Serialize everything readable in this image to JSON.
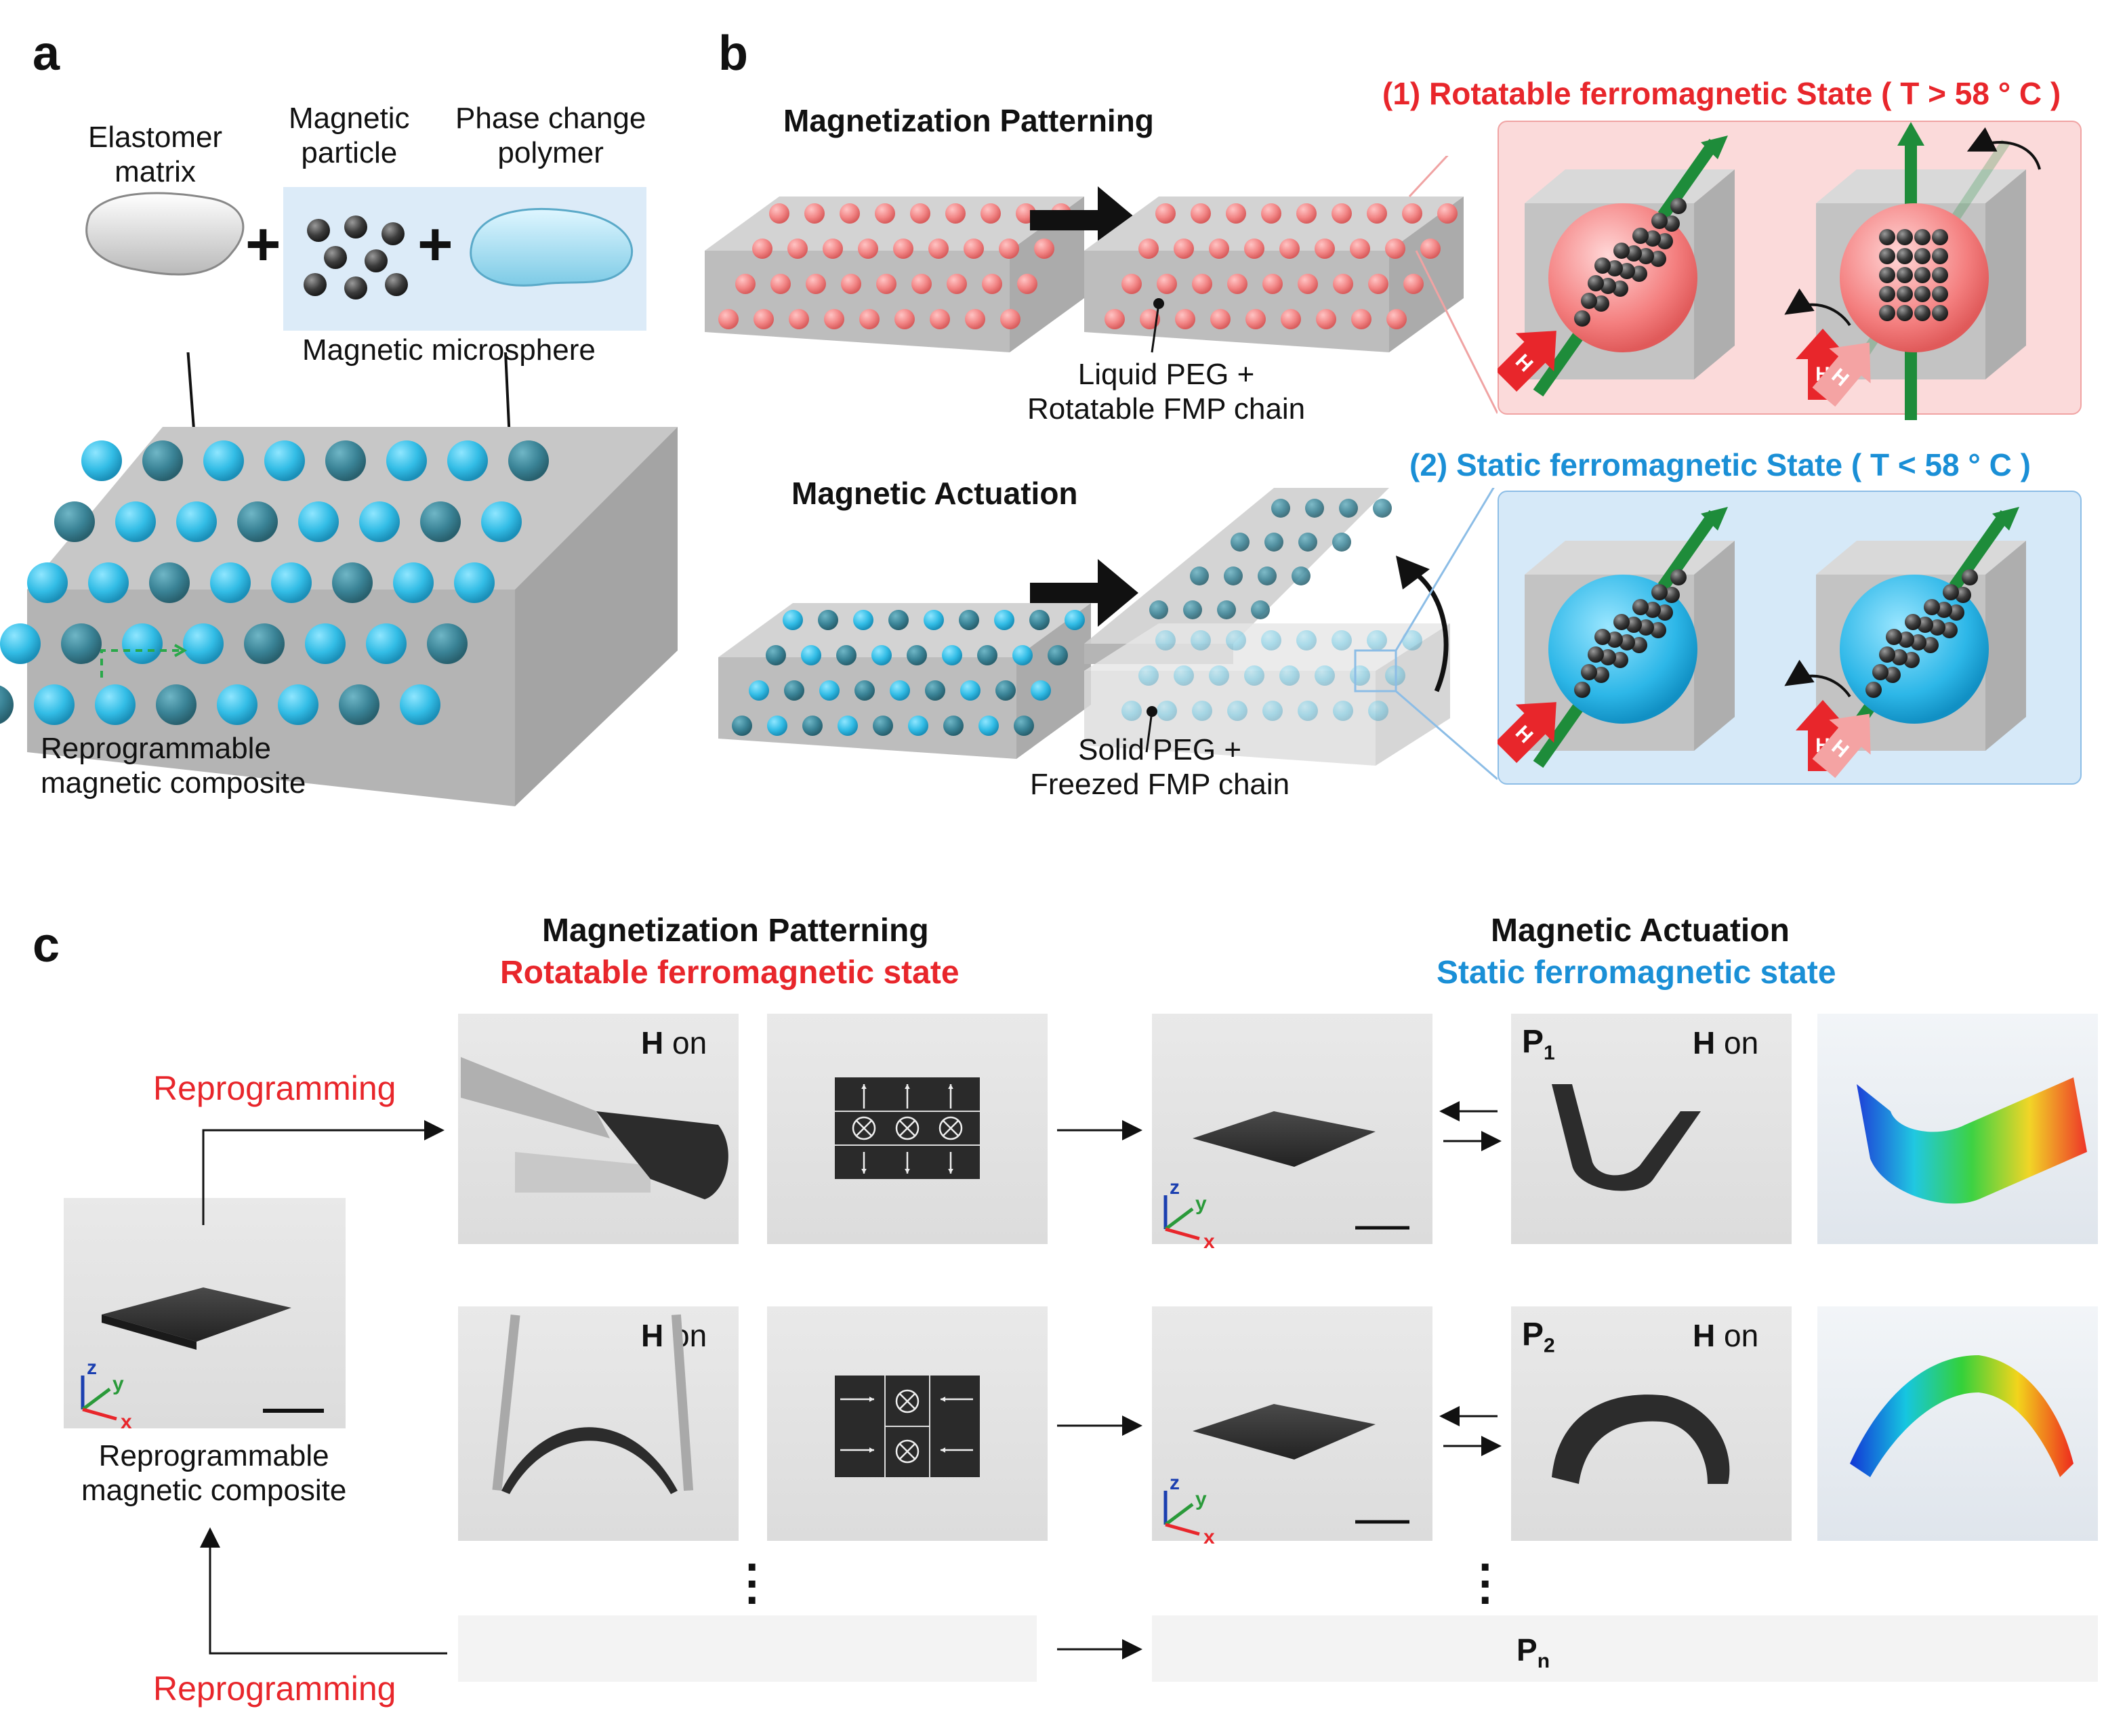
{
  "panels": {
    "a": {
      "letter": "a",
      "elastomer_label": "Elastomer\nmatrix",
      "particle_label": "Magnetic\nparticle",
      "polymer_label": "Phase change\npolymer",
      "microsphere_label": "Magnetic microsphere",
      "composite_label": "Reprogrammable\nmagnetic composite"
    },
    "b": {
      "letter": "b",
      "patterning_title": "Magnetization Patterning",
      "actuation_title": "Magnetic Actuation",
      "liquid_label": "Liquid PEG +\nRotatable FMP chain",
      "solid_label": "Solid PEG +\nFreezed FMP chain",
      "state1_title": "(1) Rotatable ferromagnetic State ( T > 58 ° C )",
      "state2_title": "(2) Static ferromagnetic State ( T < 58 ° C )",
      "field_label": "H"
    },
    "c": {
      "letter": "c",
      "patterning_title": "Magnetization Patterning",
      "patterning_subtitle": "Rotatable ferromagnetic state",
      "actuation_title": "Magnetic Actuation",
      "actuation_subtitle": "Static ferromagnetic state",
      "reprogramming_top": "Reprogramming",
      "reprogramming_bottom": "Reprogramming",
      "composite_label": "Reprogrammable\nmagnetic composite",
      "h_on_bold": "H",
      "h_on_rest": " on",
      "p1": "P",
      "p1_sub": "1",
      "p2": "P",
      "p2_sub": "2",
      "pn": "P",
      "pn_sub": "n",
      "axis_x": "x",
      "axis_y": "y",
      "axis_z": "z"
    }
  },
  "colors": {
    "red_title": "#e8262b",
    "blue_title": "#1a8fd6",
    "cyan_sphere": "#3cc4ea",
    "pink_sphere": "#f28a8a",
    "arrow_green": "#1e8c3a",
    "arrow_red": "#e8262b"
  }
}
